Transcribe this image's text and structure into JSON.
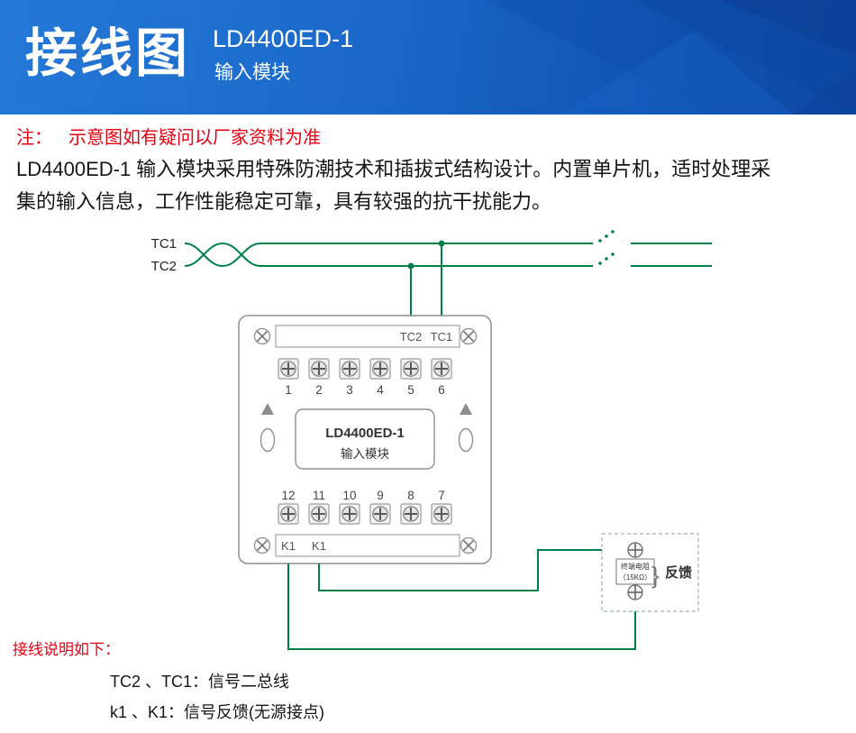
{
  "header": {
    "title": "接线图",
    "model": "LD4400ED-1",
    "subtitle": "输入模块"
  },
  "note": {
    "label": "注：",
    "text": "示意图如有疑问以厂家资料为准"
  },
  "description": "LD4400ED-1 输入模块采用特殊防潮技术和插拔式结构设计。内置单片机，适时处理采集的输入信息，工作性能稳定可靠，具有较强的抗干扰能力。",
  "diagram": {
    "bus_labels": [
      "TC1",
      "TC2"
    ],
    "module": {
      "title": "LD4400ED-1",
      "subtitle": "输入模块",
      "top_labels": [
        "TC2",
        "TC1"
      ],
      "top_terminal_numbers": [
        "1",
        "2",
        "3",
        "4",
        "5",
        "6"
      ],
      "bottom_terminal_numbers": [
        "12",
        "11",
        "10",
        "9",
        "8",
        "7"
      ],
      "bottom_labels": [
        "K1",
        "K1"
      ]
    },
    "feedback": {
      "resistor_name": "终端电阻",
      "resistor_value": "（15KΩ）",
      "brace": "}",
      "label": "反馈"
    }
  },
  "legend": {
    "heading": "接线说明如下：",
    "lines": [
      "TC2 、TC1：信号二总线",
      "k1 、K1：信号反馈(无源接点)"
    ]
  },
  "colors": {
    "header_blue": "#1a66c4",
    "accent_red": "#e60012",
    "wire_green": "#008049"
  }
}
